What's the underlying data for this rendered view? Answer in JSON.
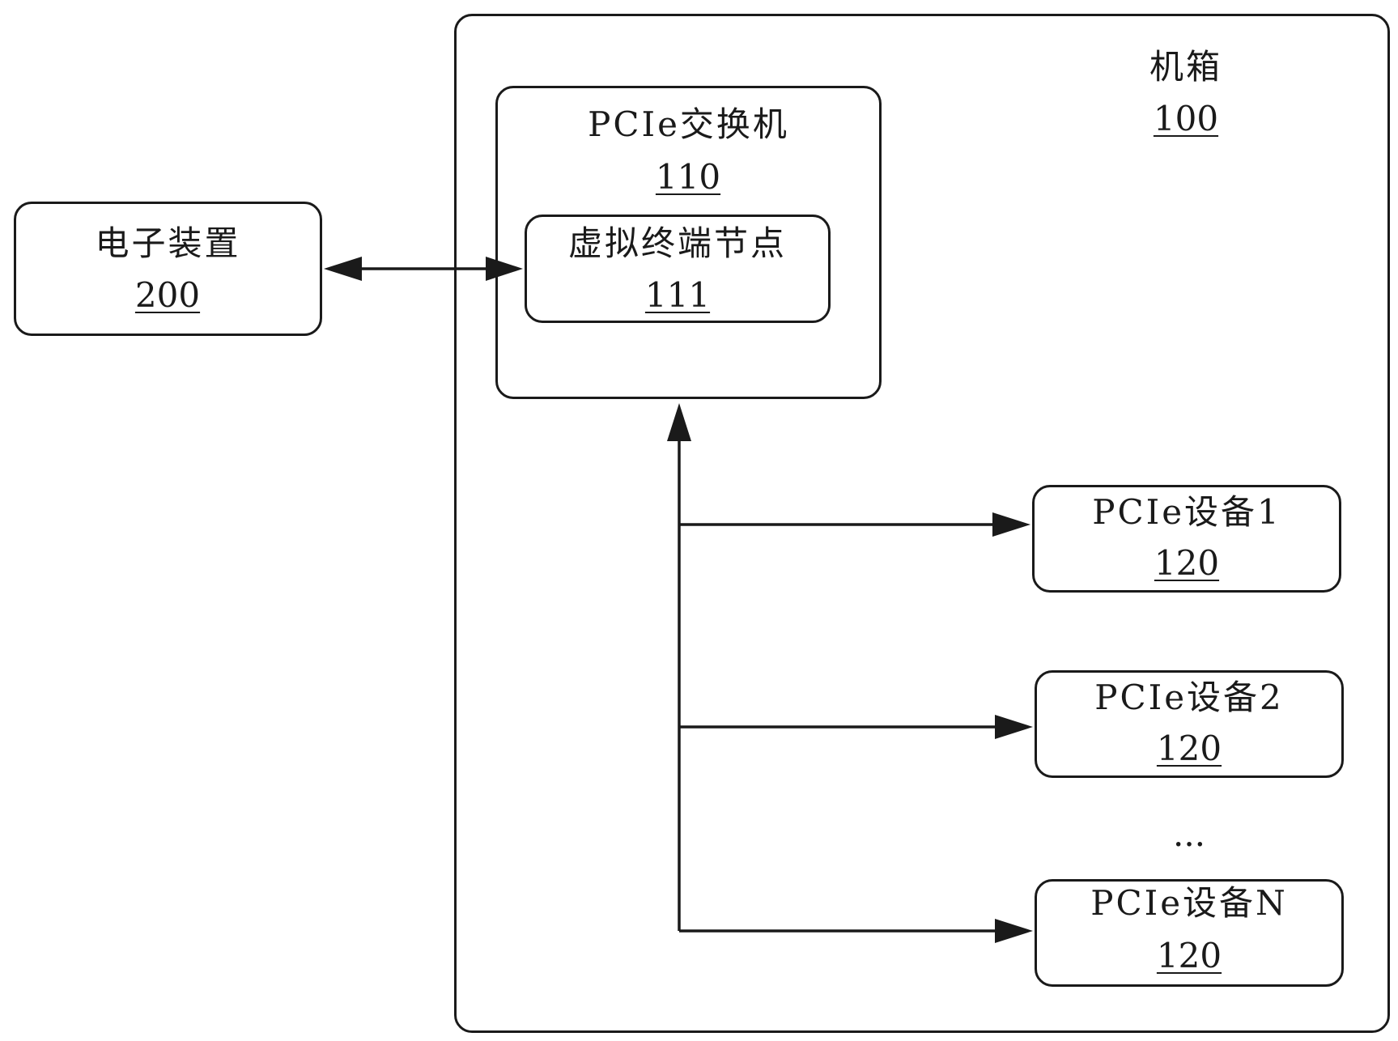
{
  "chassis": {
    "label": "机箱",
    "number": "100"
  },
  "pcie_switch": {
    "label": "PCIe交换机",
    "number": "110"
  },
  "virtual_endpoint": {
    "label": "虚拟终端节点",
    "number": "111"
  },
  "electronic_device": {
    "label": "电子装置",
    "number": "200"
  },
  "devices": [
    {
      "label": "PCIe设备1",
      "number": "120"
    },
    {
      "label": "PCIe设备2",
      "number": "120"
    },
    {
      "label": "PCIe设备N",
      "number": "120"
    }
  ],
  "ellipsis": "..."
}
